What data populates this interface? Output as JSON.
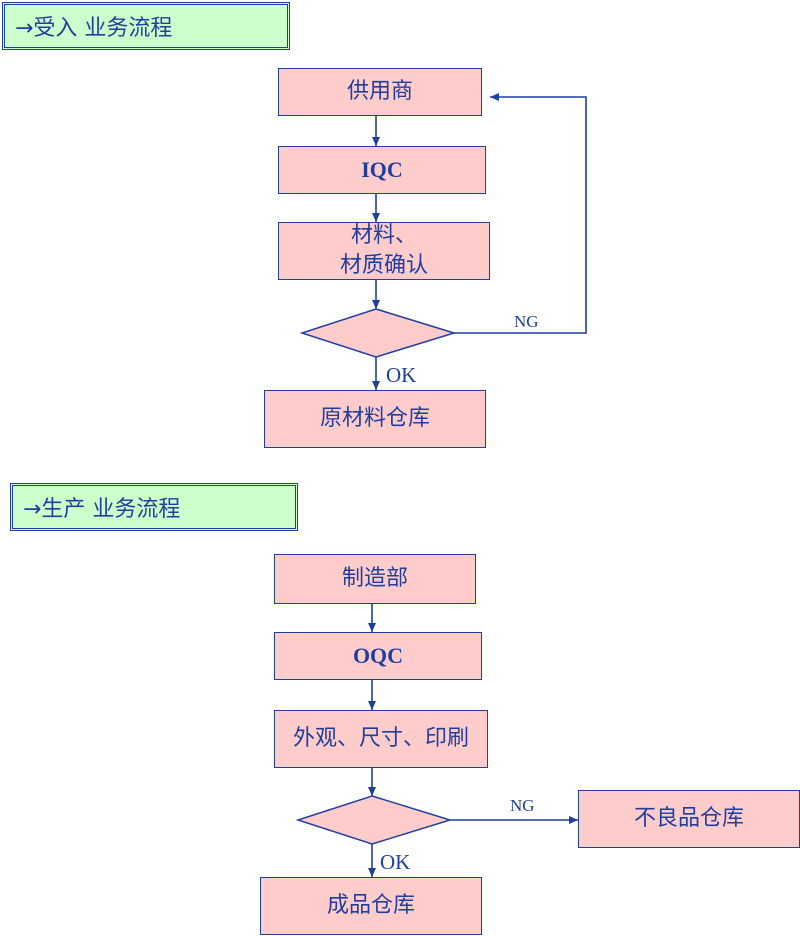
{
  "section1": {
    "header": "→受入 业务流程",
    "supplier": "供用商",
    "iqc": "IQC",
    "check_line1": "材料、",
    "check_line2": "材质确认",
    "ng_label": "NG",
    "ok_label": "OK",
    "warehouse": "原材料仓库"
  },
  "section2": {
    "header": "→生产 业务流程",
    "manufacturing": "制造部",
    "oqc": "OQC",
    "check": "外观、尺寸、印刷",
    "ng_label": "NG",
    "ok_label": "OK",
    "defect_warehouse": "不良品仓库",
    "product_warehouse": "成品仓库"
  },
  "colors": {
    "line": "#1f3fa0",
    "box_fill": "#ffcccc",
    "header_fill": "#ccffcc"
  }
}
